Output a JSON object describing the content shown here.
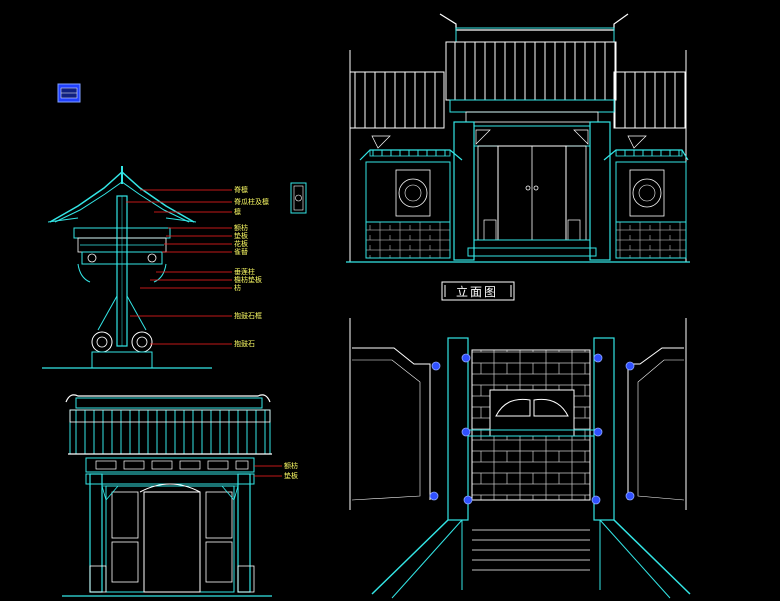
{
  "drawing": {
    "elevation_title": "立面图",
    "section_labels": [
      "脊檩",
      "脊瓜柱及檩",
      "檩",
      "额枋",
      "垫板",
      "花板",
      "雀替",
      "垂莲柱",
      "檐枋垫板",
      "枋",
      "抱鼓石框",
      "抱鼓石"
    ],
    "front_labels": [
      "额枋",
      "垫板"
    ]
  },
  "colors": {
    "background": "#000000",
    "primary_line": "#33e6e6",
    "secondary_line": "#ffffff",
    "annotation_line": "#ff2020",
    "label_text": "#ffff66",
    "blue_detail": "#3050ff"
  }
}
